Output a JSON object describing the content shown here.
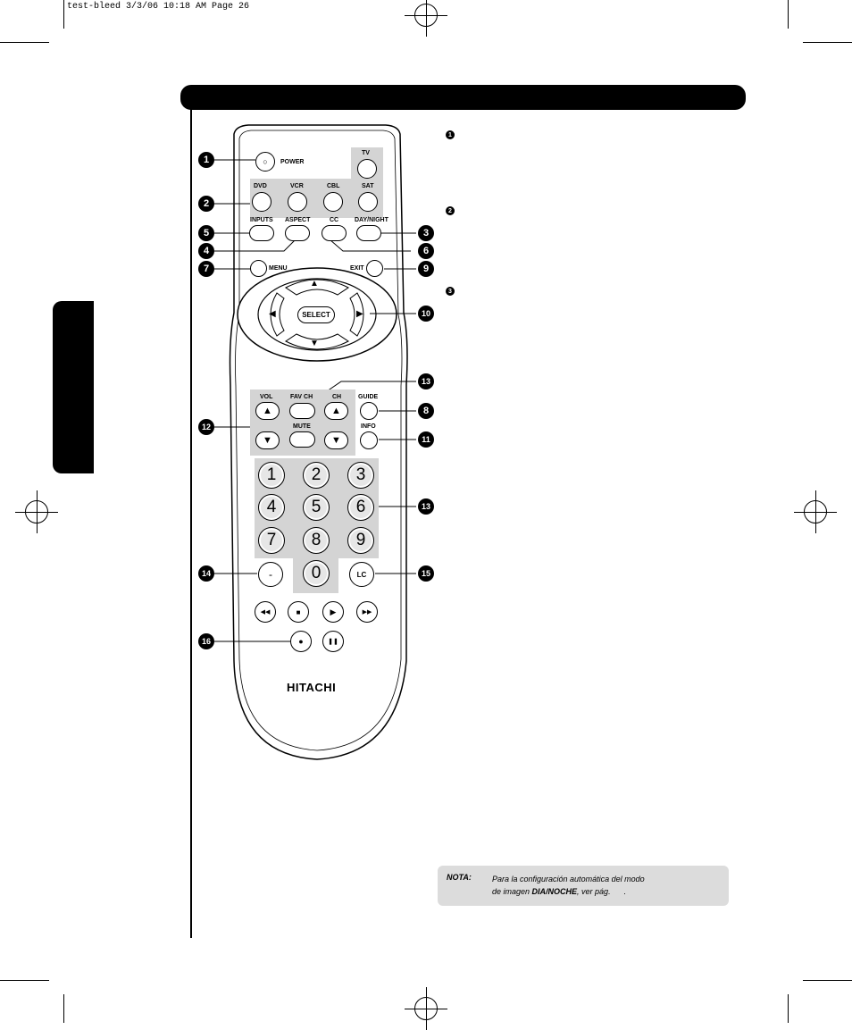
{
  "slug": "test-bleed 3/3/06 10:18 AM Page 26",
  "remote": {
    "power": "POWER",
    "tv": "TV",
    "sources": [
      "DVD",
      "VCR",
      "CBL",
      "SAT"
    ],
    "row_labels": [
      "INPUTS",
      "ASPECT",
      "CC",
      "DAY/NIGHT"
    ],
    "menu": "MENU",
    "exit": "EXIT",
    "select": "SELECT",
    "vol": "VOL",
    "fav_ch": "FAV CH",
    "ch": "CH",
    "mute": "MUTE",
    "guide": "GUIDE",
    "info": "INFO",
    "digits": [
      "1",
      "2",
      "3",
      "4",
      "5",
      "6",
      "7",
      "8",
      "9",
      "0"
    ],
    "dash": "-",
    "lc": "LC",
    "brand": "HITACHI",
    "power_symbol": "○",
    "up_symbol": "▲",
    "down_symbol": "▼",
    "left_symbol": "◀",
    "right_symbol": "▶",
    "rewind_symbol": "◀◀",
    "stop_symbol": "■",
    "play_symbol": "▶",
    "ffwd_symbol": "▶▶",
    "record_symbol": "●",
    "pause_symbol": "❚❚"
  },
  "callouts": [
    "1",
    "2",
    "3",
    "4",
    "5",
    "6",
    "7",
    "8",
    "9",
    "10",
    "11",
    "12",
    "13",
    "13",
    "14",
    "15",
    "16"
  ],
  "side_markers": [
    "1",
    "2",
    "3"
  ],
  "nota": {
    "label": "NOTA:",
    "line1": "Para la configuración automática del modo",
    "line2_pre": "de imagen ",
    "line2_bold": "DIA/NOCHE",
    "line2_post": ", ver pág.      ."
  }
}
